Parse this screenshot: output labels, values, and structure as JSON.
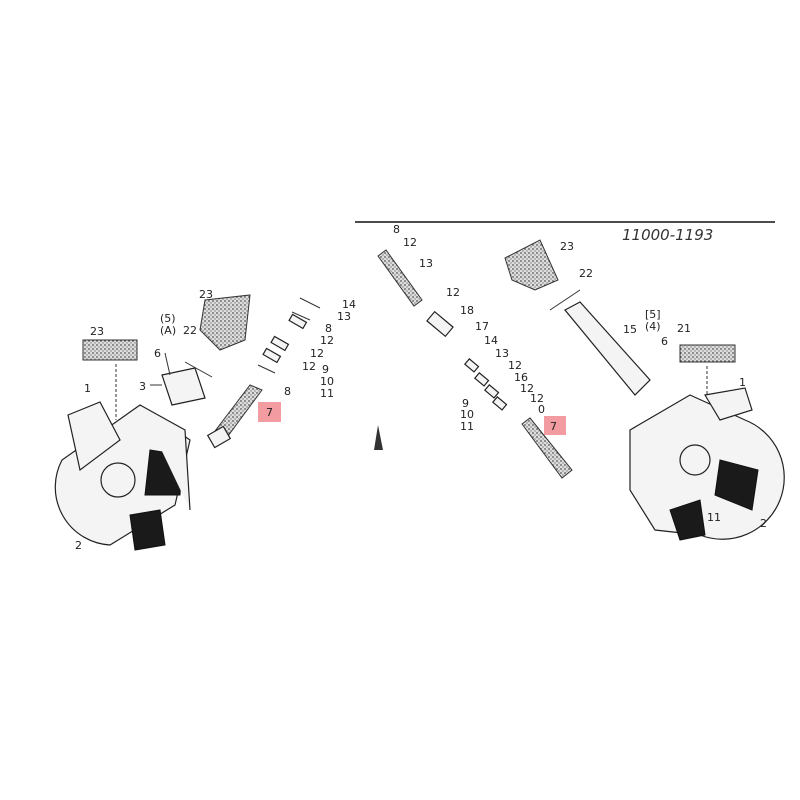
{
  "drawing_number": "11000-1193",
  "highlight_color": "#f08a8f",
  "left_assembly": {
    "labels": [
      "23",
      "1",
      "2",
      "3",
      "6",
      "(5)",
      "(A)",
      "22",
      "23",
      "14",
      "13",
      "8",
      "12",
      "12",
      "12",
      "9",
      "10",
      "11",
      "8"
    ],
    "highlighted_part": "7"
  },
  "right_assembly": {
    "labels": [
      "8",
      "12",
      "13",
      "12",
      "18",
      "17",
      "14",
      "13",
      "12",
      "16",
      "12",
      "12",
      "0",
      "9",
      "10",
      "11",
      "23",
      "22",
      "15",
      "[5]",
      "(4)",
      "6",
      "21",
      "1",
      "11",
      "2"
    ],
    "highlighted_part": "7"
  }
}
